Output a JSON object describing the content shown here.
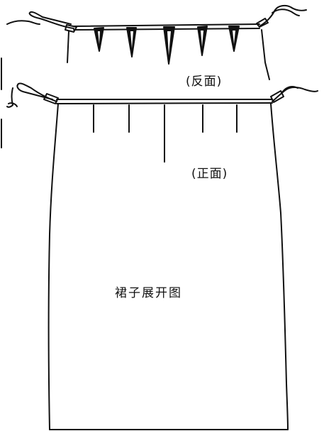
{
  "labels": {
    "back_view": "(反面)",
    "front_view": "(正面)",
    "title": "裙子展开图"
  },
  "colors": {
    "ink": "#111111",
    "paper": "#ffffff"
  }
}
